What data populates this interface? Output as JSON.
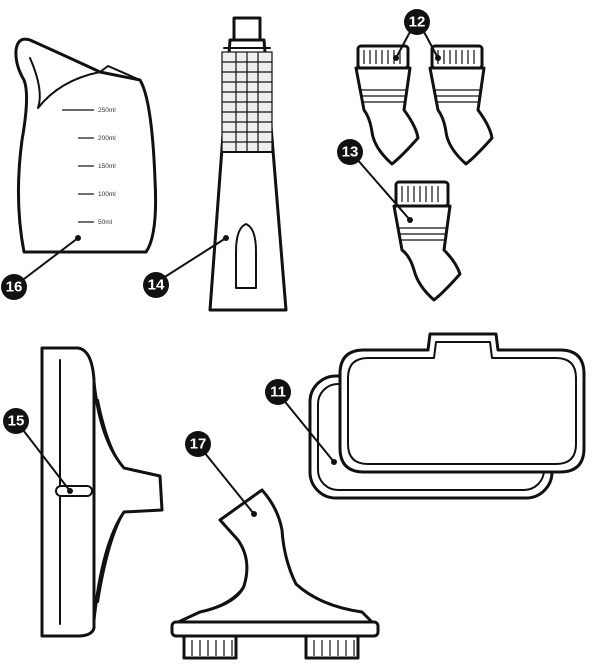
{
  "parts": {
    "jug": {
      "number": "16",
      "scale": [
        "250ml",
        "200ml",
        "150ml",
        "100ml",
        "50ml"
      ]
    },
    "bottle": {
      "number": "14"
    },
    "brush_pair": {
      "number": "12"
    },
    "brush_single": {
      "number": "13"
    },
    "squeegee": {
      "number": "15"
    },
    "pads": {
      "number": "11"
    },
    "floor_brush": {
      "number": "17"
    }
  }
}
